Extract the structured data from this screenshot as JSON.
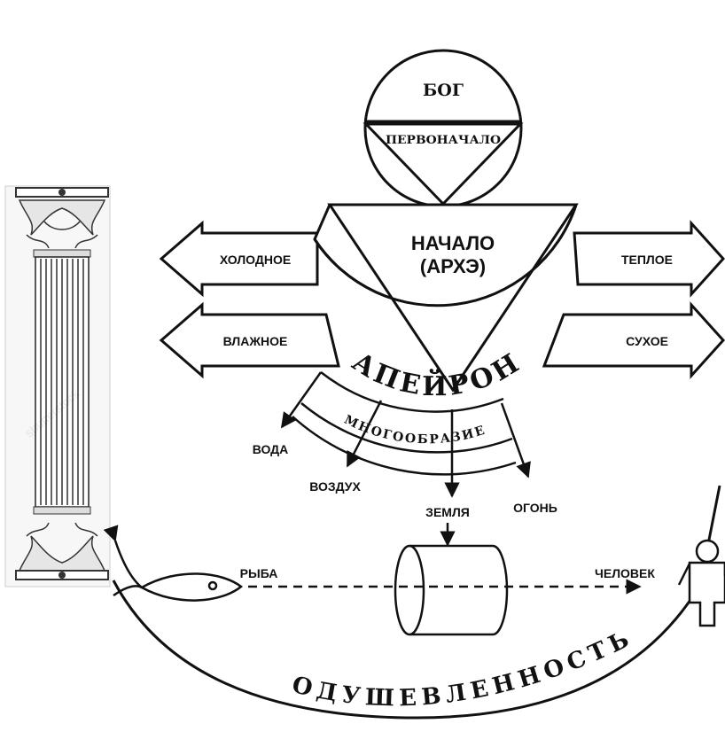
{
  "diagram": {
    "god": "БОГ",
    "first_principle": "ПЕРВОНАЧАЛО",
    "beginning_line1": "НАЧАЛО",
    "beginning_line2": "(АРХЭ)",
    "apeiron": "АПЕЙРОН",
    "diversity": "МНОГООБРАЗИЕ",
    "cold": "ХОЛОДНОЕ",
    "warm": "ТЕПЛОЕ",
    "wet": "ВЛАЖНОЕ",
    "dry": "СУХОЕ",
    "water": "ВОДА",
    "air": "ВОЗДУХ",
    "earth": "ЗЕМЛЯ",
    "fire": "ОГОНЬ",
    "fish": "РЫБА",
    "human": "ЧЕЛОВЕК",
    "animation": "ОДУШЕВЛЕННОСТЬ"
  },
  "watermark": "shutterstock",
  "colors": {
    "ink": "#111111",
    "panel": "#ffffff",
    "background": "#ffffff"
  }
}
